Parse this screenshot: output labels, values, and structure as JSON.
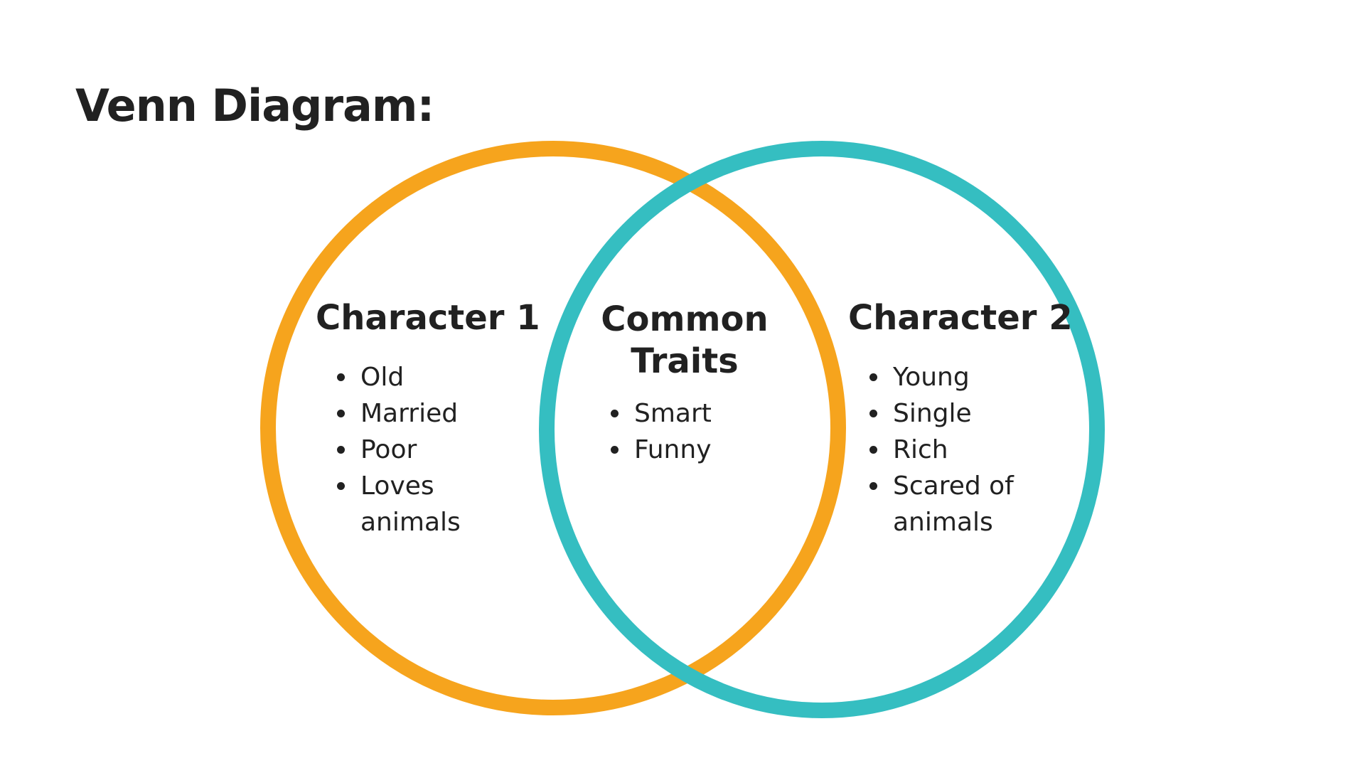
{
  "title": "Venn Diagram:",
  "colors": {
    "left_circle": "#F6A41D",
    "right_circle": "#35BEC1",
    "text": "#212121",
    "background": "#FFFFFF"
  },
  "venn": {
    "left": {
      "heading": "Character 1",
      "items": [
        "Old",
        "Married",
        "Poor",
        "Loves animals"
      ]
    },
    "middle": {
      "heading": "Common Traits",
      "items": [
        "Smart",
        "Funny"
      ]
    },
    "right": {
      "heading": "Character 2",
      "items": [
        "Young",
        "Single",
        "Rich",
        "Scared of animals"
      ]
    }
  }
}
